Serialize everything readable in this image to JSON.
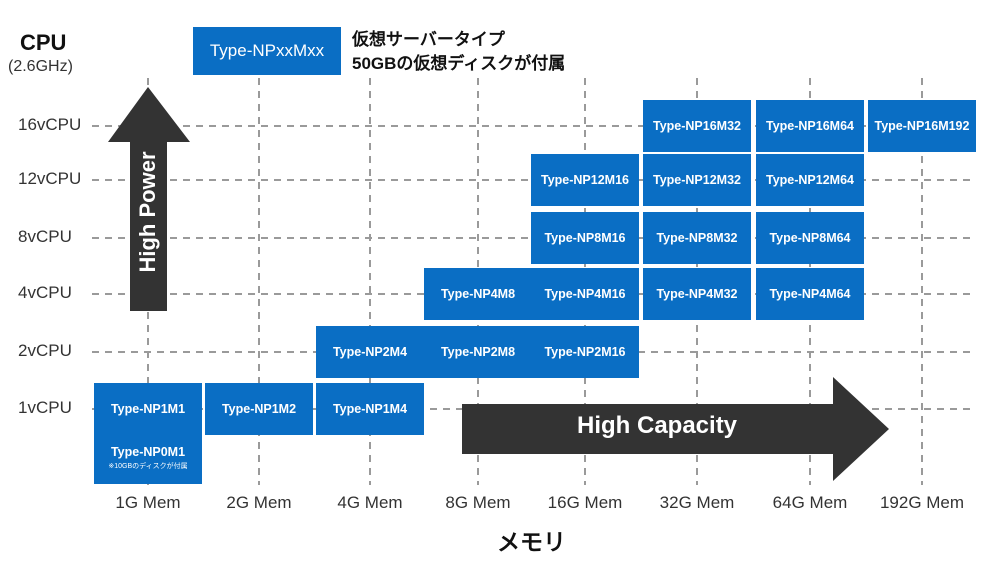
{
  "title": "CPU",
  "subtitle": "(2.6GHz)",
  "xtitle": "メモリ",
  "legend": {
    "box_label": "Type-NPxxMxx",
    "line1": "仮想サーバータイプ",
    "line2": "50GBの仮想ディスクが付属"
  },
  "cpu_levels": [
    "1vCPU",
    "2vCPU",
    "4vCPU",
    "8vCPU",
    "12vCPU",
    "16vCPU"
  ],
  "mem_levels": [
    "1G Mem",
    "2G Mem",
    "4G Mem",
    "8G Mem",
    "16G Mem",
    "32G Mem",
    "64G Mem",
    "192G Mem"
  ],
  "high_power": "High Power",
  "high_capacity": "High Capacity",
  "colors": {
    "box": "#0a6ec4",
    "arrow": "#333333",
    "grid": "#9a9a9a"
  },
  "types": [
    {
      "label": "Type-NP0M1",
      "note": "※10GBのディスクが付属",
      "mem": "1G Mem",
      "cpu": "0.5"
    },
    {
      "label": "Type-NP1M1",
      "mem": "1G Mem",
      "cpu": "1vCPU"
    },
    {
      "label": "Type-NP1M2",
      "mem": "2G Mem",
      "cpu": "1vCPU"
    },
    {
      "label": "Type-NP1M4",
      "mem": "4G Mem",
      "cpu": "1vCPU"
    },
    {
      "label": "Type-NP2M4",
      "mem": "4G Mem",
      "cpu": "2vCPU"
    },
    {
      "label": "Type-NP2M8",
      "mem": "8G Mem",
      "cpu": "2vCPU"
    },
    {
      "label": "Type-NP2M16",
      "mem": "16G Mem",
      "cpu": "2vCPU"
    },
    {
      "label": "Type-NP4M8",
      "mem": "8G Mem",
      "cpu": "4vCPU"
    },
    {
      "label": "Type-NP4M16",
      "mem": "16G Mem",
      "cpu": "4vCPU"
    },
    {
      "label": "Type-NP4M32",
      "mem": "32G Mem",
      "cpu": "4vCPU"
    },
    {
      "label": "Type-NP4M64",
      "mem": "64G Mem",
      "cpu": "4vCPU"
    },
    {
      "label": "Type-NP8M16",
      "mem": "16G Mem",
      "cpu": "8vCPU"
    },
    {
      "label": "Type-NP8M32",
      "mem": "32G Mem",
      "cpu": "8vCPU"
    },
    {
      "label": "Type-NP8M64",
      "mem": "64G Mem",
      "cpu": "8vCPU"
    },
    {
      "label": "Type-NP12M16",
      "mem": "16G Mem",
      "cpu": "12vCPU"
    },
    {
      "label": "Type-NP12M32",
      "mem": "32G Mem",
      "cpu": "12vCPU"
    },
    {
      "label": "Type-NP12M64",
      "mem": "64G Mem",
      "cpu": "12vCPU"
    },
    {
      "label": "Type-NP16M32",
      "mem": "32G Mem",
      "cpu": "16vCPU"
    },
    {
      "label": "Type-NP16M64",
      "mem": "64G Mem",
      "cpu": "16vCPU"
    },
    {
      "label": "Type-NP16M192",
      "mem": "192G Mem",
      "cpu": "16vCPU"
    }
  ]
}
